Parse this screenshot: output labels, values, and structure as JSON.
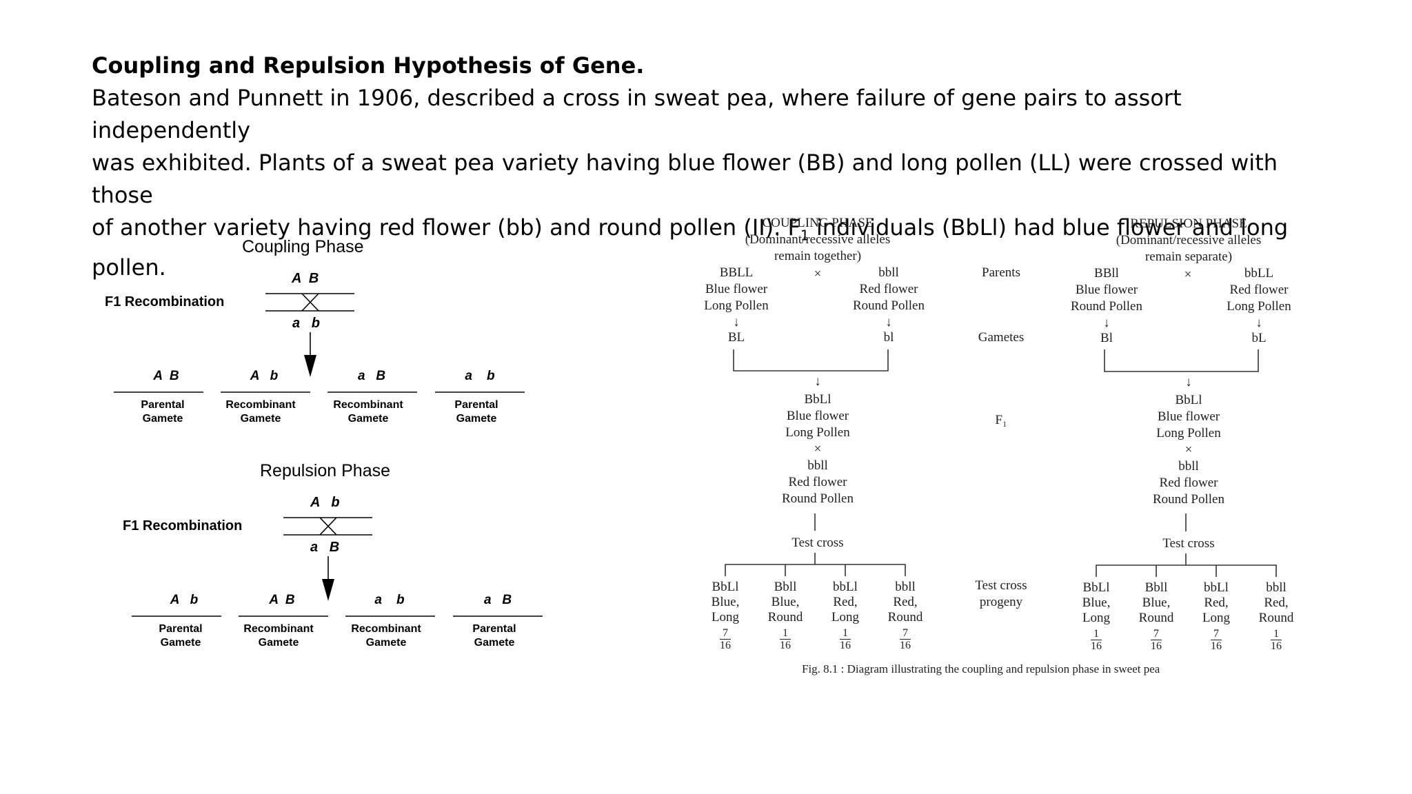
{
  "heading": {
    "title": "Coupling and Repulsion Hypothesis of Gene.",
    "line1": "Bateson and Punnett in 1906, described a cross in sweat pea, where failure of gene pairs to assort independently",
    "line2": "was exhibited. Plants of a sweat pea variety having blue flower (BB) and long pollen (LL) were crossed with those",
    "line3_pre": "of another variety having red flower (bb) and round pollen (II). F",
    "line3_sub": "1",
    "line3_post": " individuals (BbLl) had blue flower and long",
    "line4": "pollen."
  },
  "left_diagram": {
    "coupling": {
      "title": "Coupling Phase",
      "f1_label": "F1 Recombination",
      "top_alleles": "A  B",
      "bottom_alleles": "a   b",
      "gametes": [
        {
          "alleles": "A  B",
          "label_line1": "Parental",
          "label_line2": "Gamete"
        },
        {
          "alleles": "A   b",
          "label_line1": "Recombinant",
          "label_line2": "Gamete"
        },
        {
          "alleles": "a   B",
          "label_line1": "Recombinant",
          "label_line2": "Gamete"
        },
        {
          "alleles": "a    b",
          "label_line1": "Parental",
          "label_line2": "Gamete"
        }
      ]
    },
    "repulsion": {
      "title": "Repulsion Phase",
      "f1_label": "F1 Recombination",
      "top_alleles": "A   b",
      "bottom_alleles": "a   B",
      "gametes": [
        {
          "alleles": "A   b",
          "label_line1": "Parental",
          "label_line2": "Gamete"
        },
        {
          "alleles": "A  B",
          "label_line1": "Recombinant",
          "label_line2": "Gamete"
        },
        {
          "alleles": "a    b",
          "label_line1": "Recombinant",
          "label_line2": "Gamete"
        },
        {
          "alleles": "a   B",
          "label_line1": "Parental",
          "label_line2": "Gamete"
        }
      ]
    }
  },
  "right_diagram": {
    "coupling": {
      "title": "COUPLING PHASE",
      "subtitle1": "(Dominant/recessive alleles",
      "subtitle2": "remain together)",
      "cross_symbol": "×",
      "arrow": "↓",
      "parent_left": {
        "genotype": "BBLL",
        "trait1": "Blue flower",
        "trait2": "Long Pollen",
        "gamete": "BL"
      },
      "parent_right": {
        "genotype": "bbll",
        "trait1": "Red flower",
        "trait2": "Round Pollen",
        "gamete": "bl"
      },
      "f1": {
        "genotype": "BbLl",
        "trait1": "Blue flower",
        "trait2": "Long Pollen"
      },
      "tester": {
        "genotype": "bbll",
        "trait1": "Red flower",
        "trait2": "Round Pollen"
      },
      "test_cross_label": "Test cross",
      "progeny": [
        {
          "genotype": "BbLl",
          "trait1": "Blue,",
          "trait2": "Long",
          "num": "7",
          "den": "16"
        },
        {
          "genotype": "Bbll",
          "trait1": "Blue,",
          "trait2": "Round",
          "num": "1",
          "den": "16"
        },
        {
          "genotype": "bbLl",
          "trait1": "Red,",
          "trait2": "Long",
          "num": "1",
          "den": "16"
        },
        {
          "genotype": "bbll",
          "trait1": "Red,",
          "trait2": "Round",
          "num": "7",
          "den": "16"
        }
      ]
    },
    "middle_labels": {
      "parents": "Parents",
      "gametes": "Gametes",
      "f1": "F₁",
      "test_cross_line1": "Test cross",
      "test_cross_line2": "progeny"
    },
    "repulsion": {
      "title": "REPULSION PHASE",
      "subtitle1": "(Dominant/recessive alleles",
      "subtitle2": "remain separate)",
      "cross_symbol": "×",
      "arrow": "↓",
      "parent_left": {
        "genotype": "BBll",
        "trait1": "Blue flower",
        "trait2": "Round Pollen",
        "gamete": "Bl"
      },
      "parent_right": {
        "genotype": "bbLL",
        "trait1": "Red flower",
        "trait2": "Long Pollen",
        "gamete": "bL"
      },
      "f1": {
        "genotype": "BbLl",
        "trait1": "Blue flower",
        "trait2": "Long Pollen"
      },
      "tester": {
        "genotype": "bbll",
        "trait1": "Red flower",
        "trait2": "Round Pollen"
      },
      "test_cross_label": "Test cross",
      "progeny": [
        {
          "genotype": "BbLl",
          "trait1": "Blue,",
          "trait2": "Long",
          "num": "1",
          "den": "16"
        },
        {
          "genotype": "Bbll",
          "trait1": "Blue,",
          "trait2": "Round",
          "num": "7",
          "den": "16"
        },
        {
          "genotype": "bbLl",
          "trait1": "Red,",
          "trait2": "Long",
          "num": "7",
          "den": "16"
        },
        {
          "genotype": "bbll",
          "trait1": "Red,",
          "trait2": "Round",
          "num": "1",
          "den": "16"
        }
      ]
    },
    "caption": "Fig. 8.1 : Diagram illustrating the coupling and repulsion phase in sweet pea"
  }
}
